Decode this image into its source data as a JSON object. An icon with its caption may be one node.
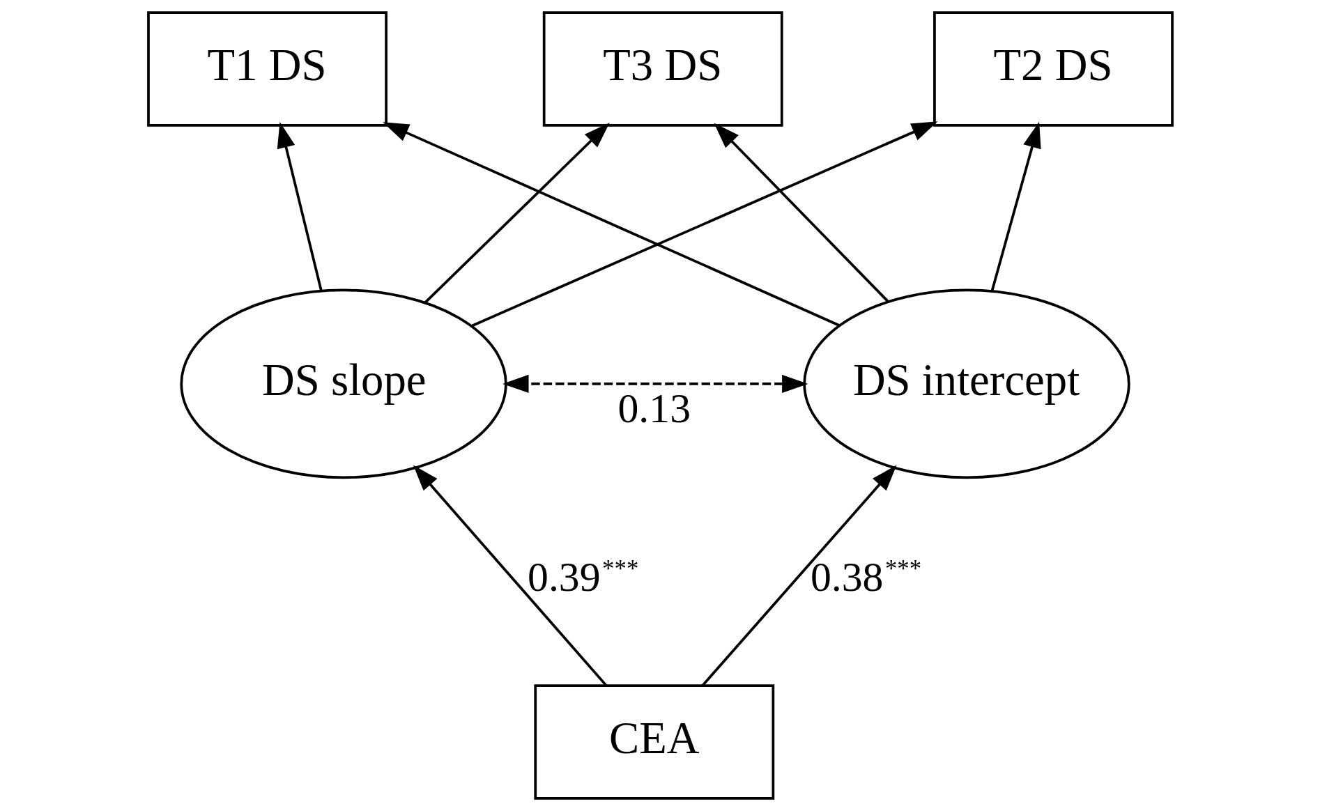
{
  "diagram": {
    "nodes": [
      {
        "text": [
          "T1 DS"
        ]
      },
      {
        "text": [
          "T2 DS"
        ]
      },
      {
        "text": [
          "T3 DS"
        ]
      },
      {
        "text": [
          "DS intercept"
        ]
      },
      {
        "text": [
          "DS slope"
        ]
      },
      {
        "text": [
          "CEA"
        ]
      }
    ],
    "edges": [
      {
        "from": 3,
        "to": 0,
        "arrow": "to"
      },
      {
        "from": 3,
        "to": 1,
        "arrow": "to"
      },
      {
        "from": 3,
        "to": 2,
        "arrow": "to"
      },
      {
        "from": 4,
        "to": 0,
        "arrow": "to"
      },
      {
        "from": 4,
        "to": 1,
        "arrow": "to"
      },
      {
        "from": 4,
        "to": 2,
        "arrow": "to"
      },
      {
        "from": 3,
        "to": 4,
        "arrow": "both",
        "label": "0.13",
        "style": "dashed"
      },
      {
        "from": 5,
        "to": 3,
        "arrow": "to",
        "label": "0.38$^{***}$"
      },
      {
        "from": 5,
        "to": 4,
        "arrow": "to",
        "label": "0.39$^{***}$"
      }
    ]
  }
}
